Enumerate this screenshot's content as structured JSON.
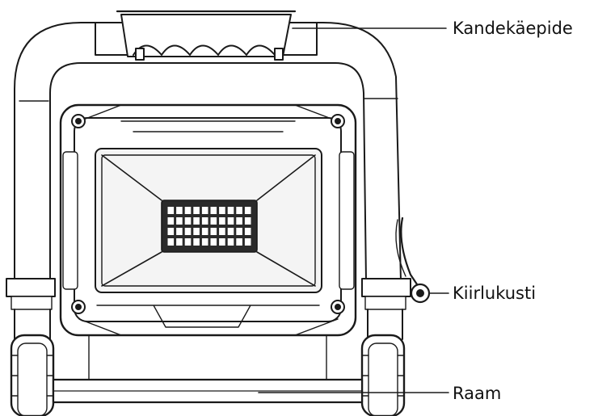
{
  "diagram": {
    "labels": {
      "handle": "Kandekäepide",
      "quick_lock": "Kiirlukusti",
      "frame": "Raam"
    },
    "led_grid": {
      "rows": 4,
      "cols": 10
    },
    "colors": {
      "line": "#1a1a1a",
      "background": "#ffffff",
      "panel": "#f4f4f4",
      "led_panel": "#2a2a2a",
      "led": "#ffffff"
    }
  }
}
